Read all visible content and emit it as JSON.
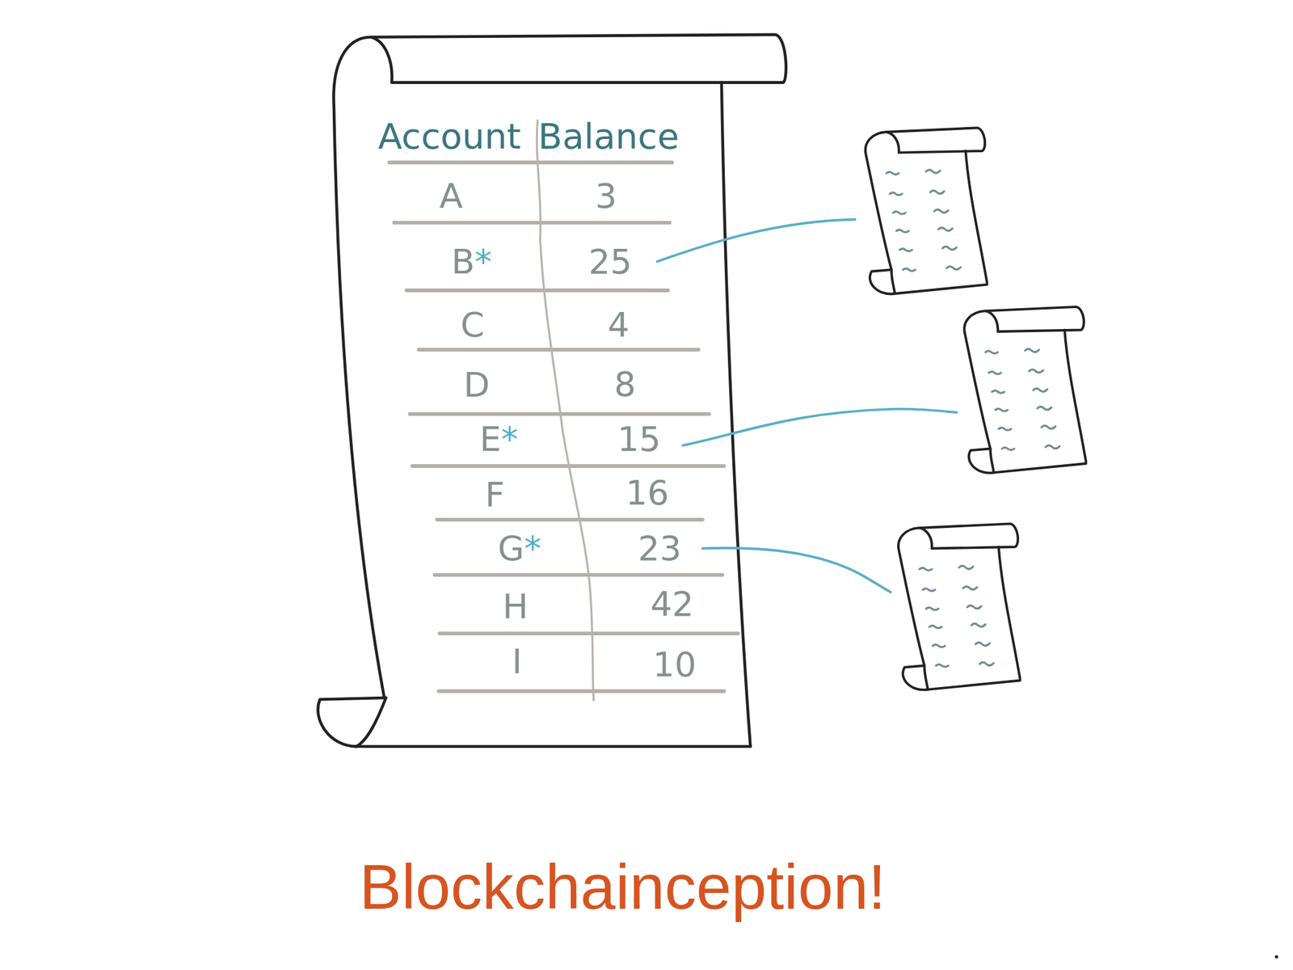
{
  "diagram": {
    "caption": "Blockchainception!",
    "labels": [
      "Account",
      "Balance",
      "A",
      "3",
      "B*",
      "25",
      "C",
      "4",
      "D",
      "8",
      "E*",
      "15",
      "F",
      "16",
      "G*",
      "23",
      "H",
      "42",
      "I",
      "10"
    ]
  }
}
